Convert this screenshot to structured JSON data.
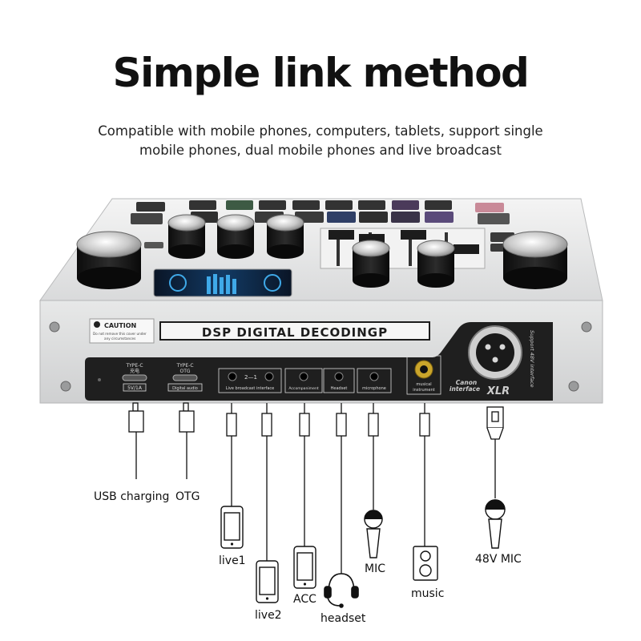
{
  "heading": {
    "title": "Simple link method",
    "subtitle": "Compatible with mobile phones, computers, tablets, support single mobile phones, dual mobile phones and live broadcast"
  },
  "device": {
    "brand_banner": "DSP DIGITAL DECODINGP",
    "caution_title": "CAUTION",
    "caution_text_1": "Do not remove this cover under",
    "caution_text_2": "any circumstances",
    "ports": {
      "typec_charge_label": "TYPE-C",
      "typec_charge_sub": "充电",
      "typec_charge_spec": "5V/1A",
      "typec_otg_label": "TYPE-C",
      "typec_otg_sub": "OTG",
      "typec_otg_spec": "Digital audio",
      "live_broadcast_mark": "2—1",
      "live_broadcast_label": "Live broadcast interface",
      "accompaniment_label": "Accompaniment",
      "headset_label": "Headset",
      "microphone_label": "microphone",
      "musical_instrument_label_1": "musical",
      "musical_instrument_label_2": "instrument",
      "canon_label_1": "Canon",
      "canon_label_2": "interface",
      "xlr_label": "XLR",
      "phantom_label": "Support 48V interface"
    }
  },
  "connections": {
    "usb": "USB charging",
    "otg": "OTG",
    "live1": "live1",
    "live2": "live2",
    "acc": "ACC",
    "headset": "headset",
    "mic": "MIC",
    "music": "music",
    "mic48": "48V MIC"
  },
  "colors": {
    "accent_dark": "#2b2b2b",
    "panel": "#e9eaea",
    "display_blue": "#3fa9e8"
  }
}
